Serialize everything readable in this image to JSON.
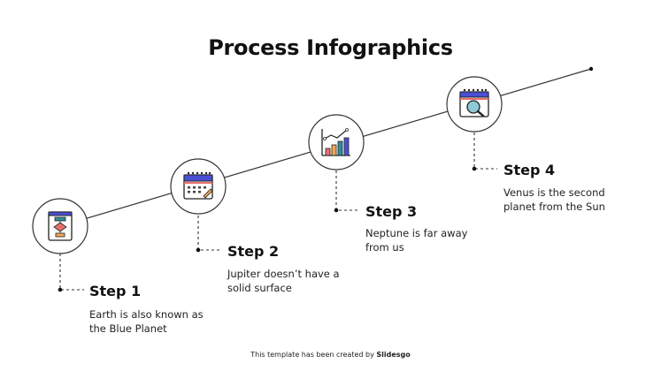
{
  "title": "Process Infographics",
  "steps": [
    {
      "label": "Step 1",
      "description": "Earth is also known as the Blue Planet",
      "icon": "flowchart-document-icon"
    },
    {
      "label": "Step 2",
      "description": "Jupiter doesn’t have a solid surface",
      "icon": "calendar-edit-icon"
    },
    {
      "label": "Step 3",
      "description": "Neptune is far away from us",
      "icon": "growth-bar-chart-icon"
    },
    {
      "label": "Step 4",
      "description": "Venus is the second planet from the Sun",
      "icon": "browser-search-icon"
    }
  ],
  "credit": {
    "prefix": "This template has been created by",
    "brand": "Slidesgo"
  },
  "colors": {
    "text": "#111111",
    "line": "#333333",
    "blue": "#4a4fd6",
    "red": "#e76f6b",
    "orange": "#f2a65a",
    "teal": "#2f8c9b"
  }
}
